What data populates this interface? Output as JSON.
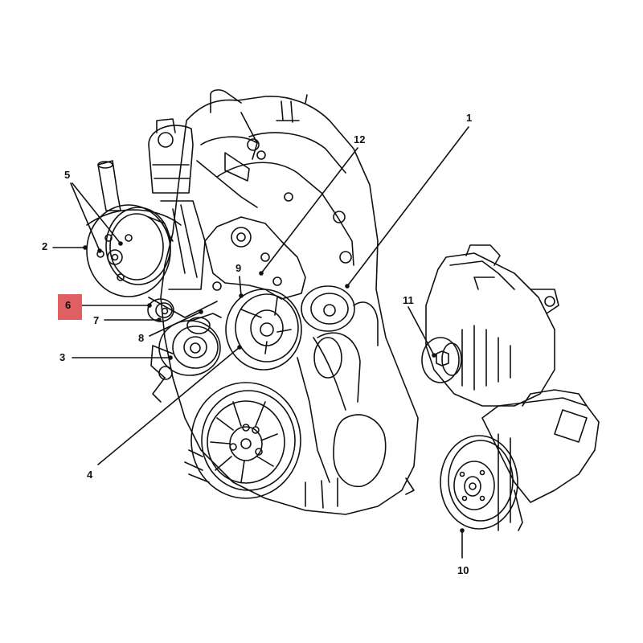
{
  "diagram": {
    "highlight_color": "#e05f63",
    "line_color": "#111111",
    "callouts": [
      {
        "id": "1",
        "text": "1",
        "target": "accessory-drive-belt"
      },
      {
        "id": "2",
        "text": "2",
        "target": "power-steering-pump-pulley"
      },
      {
        "id": "3",
        "text": "3",
        "target": "idler-pulley"
      },
      {
        "id": "4",
        "text": "4",
        "target": "crankshaft-damper-bolt"
      },
      {
        "id": "5",
        "text": "5",
        "target": "pulley-bolts"
      },
      {
        "id": "6",
        "text": "6",
        "target": "idler-pulley-small",
        "highlighted": true
      },
      {
        "id": "7",
        "text": "7",
        "target": "idler-pulley-bolt"
      },
      {
        "id": "8",
        "text": "8",
        "target": "belt-tensioner"
      },
      {
        "id": "9",
        "text": "9",
        "target": "tensioner-bracket"
      },
      {
        "id": "10",
        "text": "10",
        "target": "ac-compressor"
      },
      {
        "id": "11",
        "text": "11",
        "target": "generator"
      },
      {
        "id": "12",
        "text": "12",
        "target": "accessory-bracket"
      }
    ]
  }
}
